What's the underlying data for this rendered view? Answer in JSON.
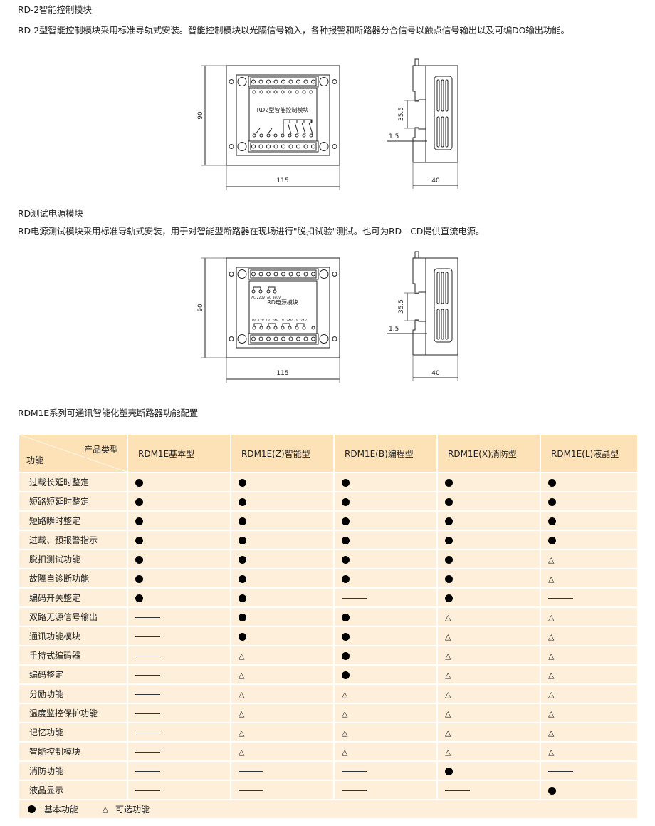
{
  "section1": {
    "title": "RD-2智能控制模块",
    "desc": "RD-2型智能控制模块采用标准导轨式安装。智能控制模块以光隔信号输入，各种报警和断路器分合信号以触点信号输出以及可编DO输出功能。",
    "diagram": {
      "panel_label": "RD2型智能控制模块",
      "height_dim": "90",
      "width_dim": "115",
      "rail_dim": "35.5",
      "gap_dim": "1.5",
      "depth_dim": "40"
    }
  },
  "section2": {
    "title": "RD测试电源模块",
    "desc": "RD电源测试模块采用标准导轨式安装，用于对智能型断路器在现场进行\"脱扣试验\"测试。也可为RD—CD提供直流电源。",
    "diagram": {
      "panel_label": "RD电源模块",
      "ac_labels": [
        "AC 220V",
        "AC 380V"
      ],
      "dc_labels": [
        "DC 12V",
        "DC 24V",
        "DC 24V",
        "DC 24V"
      ],
      "height_dim": "90",
      "width_dim": "115",
      "rail_dim": "35.5",
      "gap_dim": "1.5",
      "depth_dim": "40"
    }
  },
  "table": {
    "title": "RDM1E系列可通讯智能化塑壳断路器功能配置",
    "corner_top": "产品类型",
    "corner_bottom": "功能",
    "columns": [
      "RDM1E基本型",
      "RDM1E(Z)智能型",
      "RDM1E(B)编程型",
      "RDM1E(X)消防型",
      "RDM1E(L)液晶型"
    ],
    "rows": [
      {
        "label": "过载长延时整定",
        "values": [
          "●",
          "●",
          "●",
          "●",
          "●"
        ]
      },
      {
        "label": "短路短延时整定",
        "values": [
          "●",
          "●",
          "●",
          "●",
          "●"
        ]
      },
      {
        "label": "短路瞬时整定",
        "values": [
          "●",
          "●",
          "●",
          "●",
          "●"
        ]
      },
      {
        "label": "过载、预报警指示",
        "values": [
          "●",
          "●",
          "●",
          "●",
          "●"
        ]
      },
      {
        "label": "脱扣测试功能",
        "values": [
          "●",
          "●",
          "●",
          "●",
          "△"
        ]
      },
      {
        "label": "故障自诊断功能",
        "values": [
          "●",
          "●",
          "●",
          "●",
          "△"
        ]
      },
      {
        "label": "编码开关整定",
        "values": [
          "●",
          "●",
          "—",
          "●",
          "—"
        ]
      },
      {
        "label": "双路无源信号输出",
        "values": [
          "—",
          "●",
          "●",
          "△",
          "△"
        ]
      },
      {
        "label": "通讯功能模块",
        "values": [
          "—",
          "●",
          "●",
          "△",
          "△"
        ]
      },
      {
        "label": "手持式编码器",
        "values": [
          "—",
          "△",
          "●",
          "△",
          "△"
        ]
      },
      {
        "label": "编码整定",
        "values": [
          "—",
          "△",
          "●",
          "△",
          "△"
        ]
      },
      {
        "label": "分励功能",
        "values": [
          "—",
          "△",
          "△",
          "△",
          "△"
        ]
      },
      {
        "label": "温度监控保护功能",
        "values": [
          "—",
          "△",
          "△",
          "△",
          "△"
        ]
      },
      {
        "label": "记忆功能",
        "values": [
          "—",
          "△",
          "△",
          "△",
          "△"
        ]
      },
      {
        "label": "智能控制模块",
        "values": [
          "—",
          "△",
          "△",
          "△",
          "△"
        ]
      },
      {
        "label": "消防功能",
        "values": [
          "—",
          "—",
          "—",
          "●",
          "—"
        ]
      },
      {
        "label": "液晶显示",
        "values": [
          "—",
          "—",
          "—",
          "—",
          "●"
        ]
      }
    ],
    "legend": {
      "basic_symbol": "●",
      "basic_label": "基本功能",
      "optional_symbol": "△",
      "optional_label": "可选功能"
    }
  }
}
